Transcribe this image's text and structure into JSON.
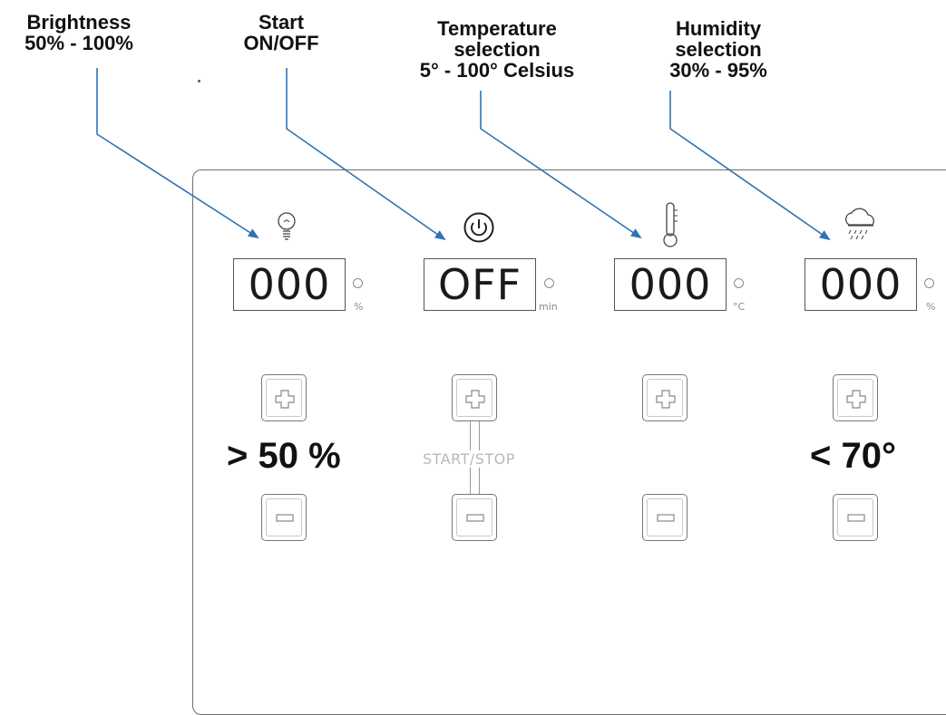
{
  "callouts": {
    "brightness": {
      "title": "Brightness",
      "range": "50% - 100%"
    },
    "start": {
      "title": "Start",
      "range": "ON/OFF"
    },
    "temperature": {
      "line1": "Temperature",
      "line2": "selection",
      "range": "5° - 100° Celsius"
    },
    "humidity": {
      "line1": "Humidity",
      "line2": "selection",
      "range": "30% - 95%"
    }
  },
  "channels": {
    "brightness": {
      "icon": "light-bulb-icon",
      "display": "000",
      "unit": "%",
      "note": "> 50 %"
    },
    "timer": {
      "icon": "power-icon",
      "display": "OFF",
      "unit": "min",
      "link_label": "START/STOP"
    },
    "temperature": {
      "icon": "thermometer-icon",
      "display": "000",
      "unit": "°C"
    },
    "humidity": {
      "icon": "rain-cloud-icon",
      "display": "000",
      "unit": "%",
      "note": "< 70°"
    }
  },
  "colors": {
    "arrow": "#2f74b5",
    "panel_border": "#6f6f6f"
  }
}
